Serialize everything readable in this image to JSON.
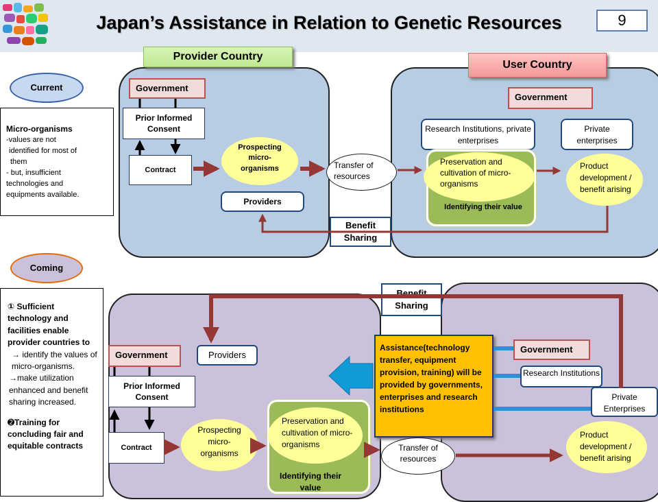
{
  "title": "Japan’s Assistance in Relation to Genetic Resources",
  "page_number": "9",
  "provider_label": "Provider Country",
  "user_label": "User Country",
  "current": {
    "badge": "Current",
    "note_title": "Micro-organisms",
    "note_lines": [
      "-values are not",
      "  identified for most of",
      "  them",
      "- but, insufficient",
      "technologies and",
      "equipments available."
    ],
    "government": "Government",
    "pic": "Prior Informed Consent",
    "contract": "Contract",
    "prospecting": "Prospecting micro-organisms",
    "providers": "Providers",
    "transfer": "Transfer of resources",
    "benefit_sharing": "Benefit Sharing",
    "user_government": "Government",
    "research": "Research Institutions, private enterprises",
    "private": "Private enterprises",
    "preservation": "Preservation and cultivation of micro-organisms",
    "identifying": "Identifying their value",
    "product": "Product development / benefit arising"
  },
  "coming": {
    "badge": "Coming",
    "note_lines": [
      "① Sufficient technology and facilities enable provider countries to",
      "→ identify the values of micro-organisms.",
      "→make utilization enhanced and benefit sharing increased.",
      "➋Training for concluding fair and equitable contracts"
    ],
    "benefit_sharing": "Benefit Sharing",
    "government": "Government",
    "providers": "Providers",
    "pic": "Prior Informed Consent",
    "contract": "Contract",
    "prospecting": "Prospecting micro-organisms",
    "preservation": "Preservation and cultivation of micro-organisms",
    "identifying": "Identifying their value",
    "assistance": "Assistance(technology transfer, equipment provision, training) will be provided by governments, enterprises and research institutions",
    "transfer": "Transfer of resources",
    "user_government": "Government",
    "research": "Research Institutions",
    "private": "Private Enterprises",
    "product": "Product development / benefit arising"
  },
  "colors": {
    "arrow": "#953735",
    "blue_panel": "#b8cce4",
    "purple_panel": "#ccc1da",
    "assist": "#ffc000"
  }
}
